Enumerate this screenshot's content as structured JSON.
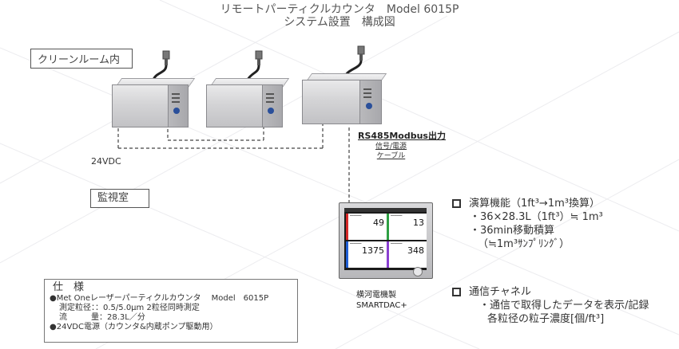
{
  "title": {
    "line1": "リモートパーティクルカウンタ　Model 6015P",
    "line2": "システム設置　構成図"
  },
  "clean_room_label": "クリーンルーム内",
  "monitor_room_label": "監視室",
  "power_label": "24VDC",
  "rs485_label": "RS485Modbus出力",
  "cable_label": {
    "line1": "信号/電源",
    "line2": "ケーブル"
  },
  "recorder": {
    "maker": "横河電機製",
    "model": "SMARTDAC+",
    "values": [
      "49",
      "13",
      "1375",
      "348"
    ],
    "colors": [
      "#d62828",
      "#2ea043",
      "#1f5fd6",
      "#8a3fd1"
    ]
  },
  "features": {
    "calc": {
      "heading": "演算機能（1ft³→1m³換算）",
      "items": [
        "・36×28.3L（1ft³）≒ 1m³",
        "・36min移動積算",
        "（≒1m³ｻﾝﾌﾟﾘﾝｸﾞ）"
      ]
    },
    "comm": {
      "heading": "通信チャネル",
      "items": [
        "・通信で取得したデータを表示/記録",
        "各粒径の粒子濃度[個/ft³]"
      ]
    }
  },
  "spec": {
    "heading": "仕　様",
    "line1": "●Met Oneレーザーパーティクルカウンタ　 Model　6015P",
    "line2": "測定粒径：：0.5/5.0μm 2粒径同時測定",
    "line3": "流　　　量：28.3L／分",
    "line4": "●24VDC電源（カウンタ&内蔵ポンプ駆動用）"
  }
}
